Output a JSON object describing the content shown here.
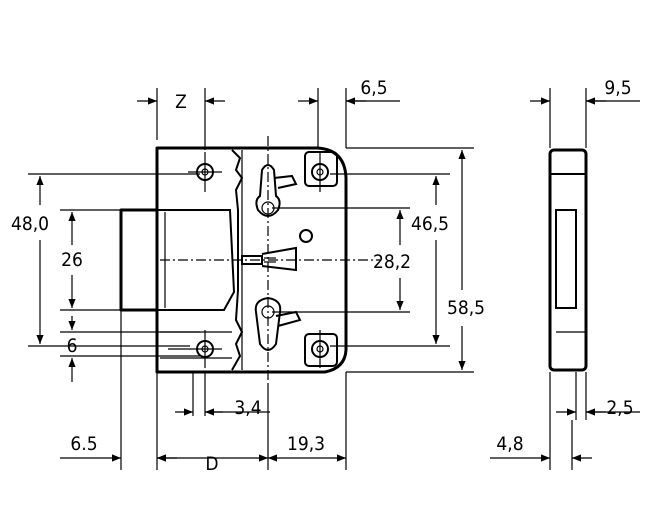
{
  "dimensions": {
    "z": "Z",
    "d": "D",
    "d_6_5_top": "6,5",
    "d_9_5": "9,5",
    "d_48_0": "48,0",
    "d_26": "26",
    "d_6": "6",
    "d_46_5": "46,5",
    "d_28_2": "28,2",
    "d_58_5": "58,5",
    "d_3_4": "3,4",
    "d_2_5": "2,5",
    "d_6_5_bottom": "6.5",
    "d_19_3": "19,3",
    "d_4_8": "4,8"
  }
}
